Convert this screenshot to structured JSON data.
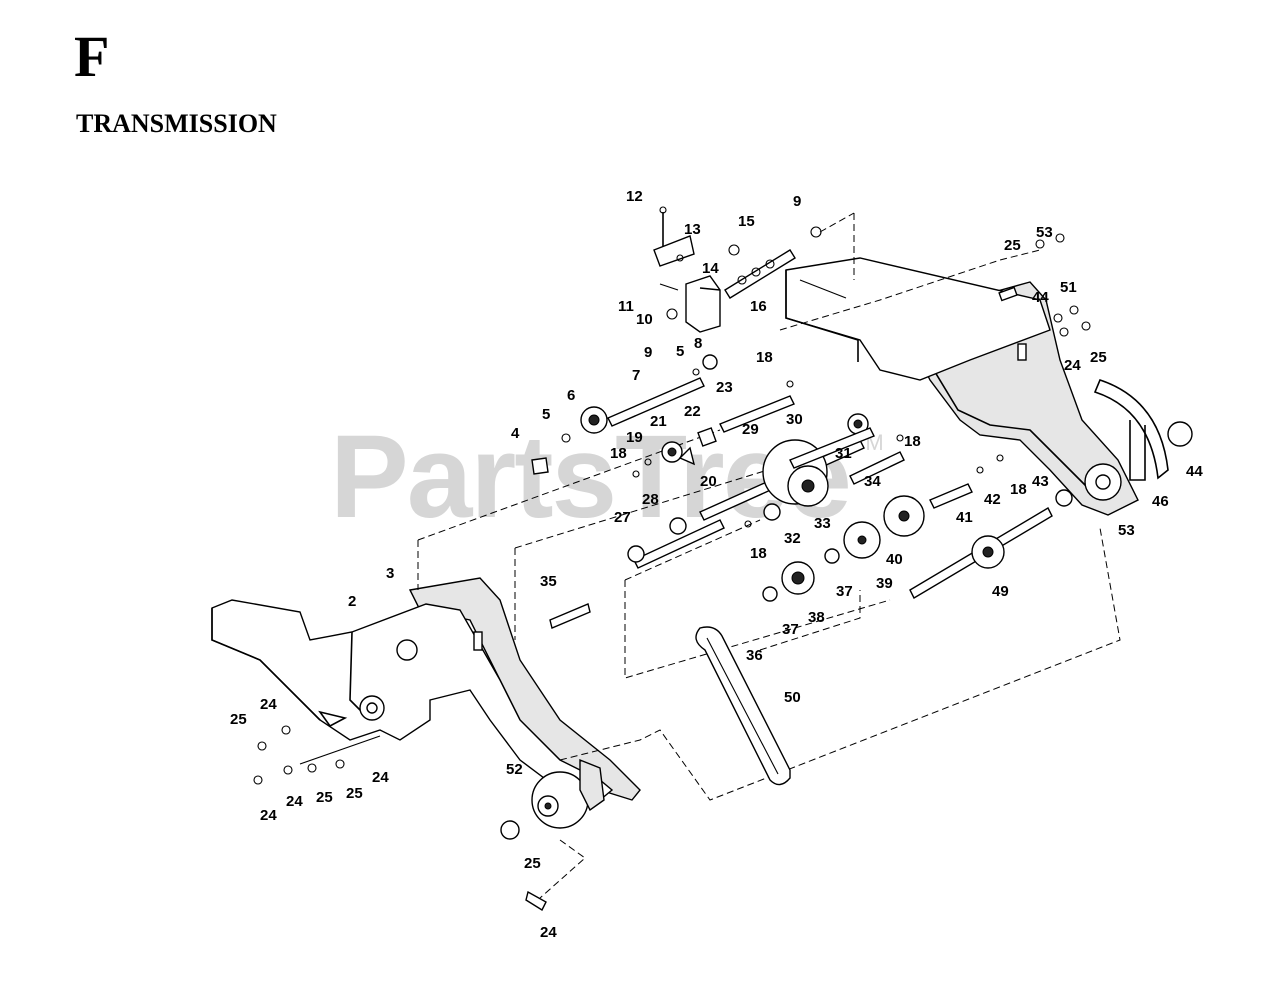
{
  "header": {
    "section_letter": "F",
    "section_title": "TRANSMISSION"
  },
  "watermark": {
    "text": "PartsTree",
    "tm": "TM"
  },
  "callouts": [
    "12",
    "13",
    "15",
    "9",
    "14",
    "16",
    "11",
    "10",
    "9",
    "5",
    "8",
    "7",
    "18",
    "6",
    "5",
    "23",
    "4",
    "22",
    "21",
    "30",
    "19",
    "29",
    "18",
    "20",
    "31",
    "28",
    "18",
    "27",
    "34",
    "33",
    "32",
    "18",
    "41",
    "42",
    "18",
    "43",
    "44",
    "46",
    "53",
    "40",
    "39",
    "37",
    "49",
    "35",
    "3",
    "38",
    "37",
    "36",
    "2",
    "50",
    "24",
    "25",
    "24",
    "25",
    "24",
    "25",
    "24",
    "52",
    "25",
    "24",
    "25",
    "53",
    "44",
    "51",
    "24",
    "25"
  ]
}
